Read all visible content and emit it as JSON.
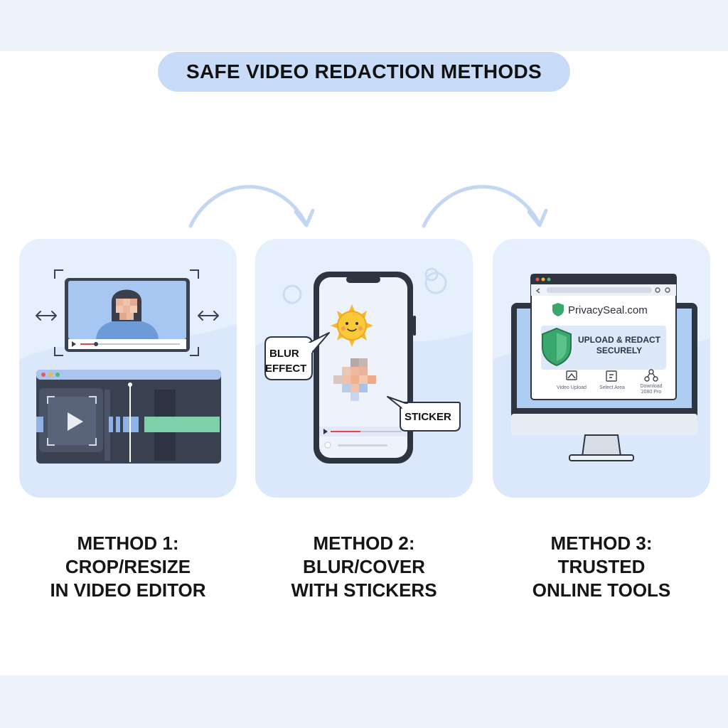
{
  "title": "SAFE VIDEO REDACTION METHODS",
  "methods": [
    {
      "line1": "METHOD 1:",
      "line2": "CROP/RESIZE",
      "line3": "IN VIDEO EDITOR"
    },
    {
      "line1": "METHOD 2:",
      "line2": "BLUR/COVER",
      "line3": "WITH STICKERS"
    },
    {
      "line1": "METHOD 3:",
      "line2": "TRUSTED",
      "line3": "ONLINE TOOLS"
    }
  ],
  "method2_art": {
    "blur_bubble": [
      "BLUR",
      "EFFECT"
    ],
    "sticker_bubble": "STICKER"
  },
  "method3_art": {
    "site_name": "PrivacySeal.com",
    "upload_lines": [
      "UPLOAD & REDACT",
      "SECURELY"
    ],
    "steps": [
      "Video Upload",
      "Select Area",
      "Download",
      "2080 Pro"
    ]
  },
  "colors": {
    "title_pill": "#c9dcf7",
    "card_bg": "#e6effc",
    "arrow": "#c3d7f3",
    "timeline_green": "#7ed1a8",
    "shield_green": "#3aa76d"
  },
  "icons": [
    "flow-arrow-icon",
    "crop-corner-icon",
    "resize-arrows-icon",
    "play-icon",
    "sun-sticker-icon",
    "shield-icon"
  ]
}
